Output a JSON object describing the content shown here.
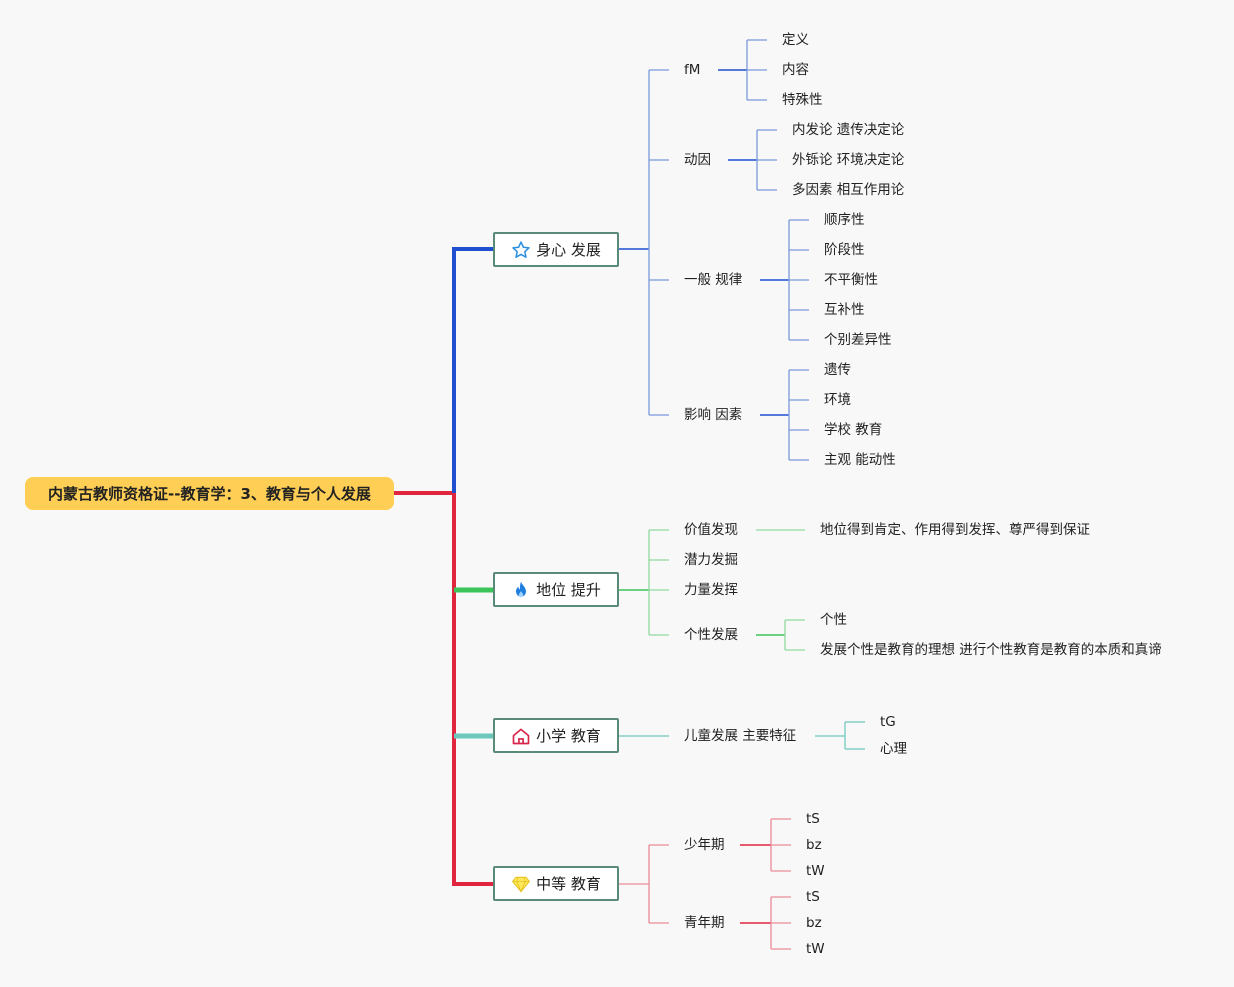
{
  "root": {
    "title": "内蒙古教师资格证--教育学：3、教育与个人发展"
  },
  "colors": {
    "root_bg": "#ffcf55",
    "blue": "#1f4fcf",
    "blue_light": "#7a99dd",
    "green": "#3ac45a",
    "green_light": "#8fd99f",
    "teal": "#6cc7bd",
    "red": "#e0253f",
    "red_light": "#ec8a98"
  },
  "branches": [
    {
      "label": "身心 发展",
      "icon": "star-icon",
      "children": [
        {
          "label": "fM",
          "children": [
            "定义",
            "内容",
            "特殊性"
          ]
        },
        {
          "label": "动因",
          "children": [
            "内发论 遗传决定论",
            "外铄论 环境决定论",
            "多因素 相互作用论"
          ]
        },
        {
          "label": "一般 规律",
          "children": [
            "顺序性",
            "阶段性",
            "不平衡性",
            "互补性",
            "个别差异性"
          ]
        },
        {
          "label": "影响 因素",
          "children": [
            "遗传",
            "环境",
            "学校 教育",
            "主观 能动性"
          ]
        }
      ]
    },
    {
      "label": "地位 提升",
      "icon": "flame-icon",
      "children": [
        {
          "label": "价值发现",
          "children": [
            "地位得到肯定、作用得到发挥、尊严得到保证"
          ]
        },
        {
          "label": "潜力发掘",
          "children": []
        },
        {
          "label": "力量发挥",
          "children": []
        },
        {
          "label": "个性发展",
          "children": [
            "个性",
            "发展个性是教育的理想 进行个性教育是教育的本质和真谛"
          ]
        }
      ]
    },
    {
      "label": "小学 教育",
      "icon": "house-icon",
      "children": [
        {
          "label": "儿童发展 主要特征",
          "children": [
            "tG",
            "心理"
          ]
        }
      ]
    },
    {
      "label": "中等 教育",
      "icon": "diamond-icon",
      "children": [
        {
          "label": "少年期",
          "children": [
            "tS",
            "bz",
            "tW"
          ]
        },
        {
          "label": "青年期",
          "children": [
            "tS",
            "bz",
            "tW"
          ]
        }
      ]
    }
  ]
}
